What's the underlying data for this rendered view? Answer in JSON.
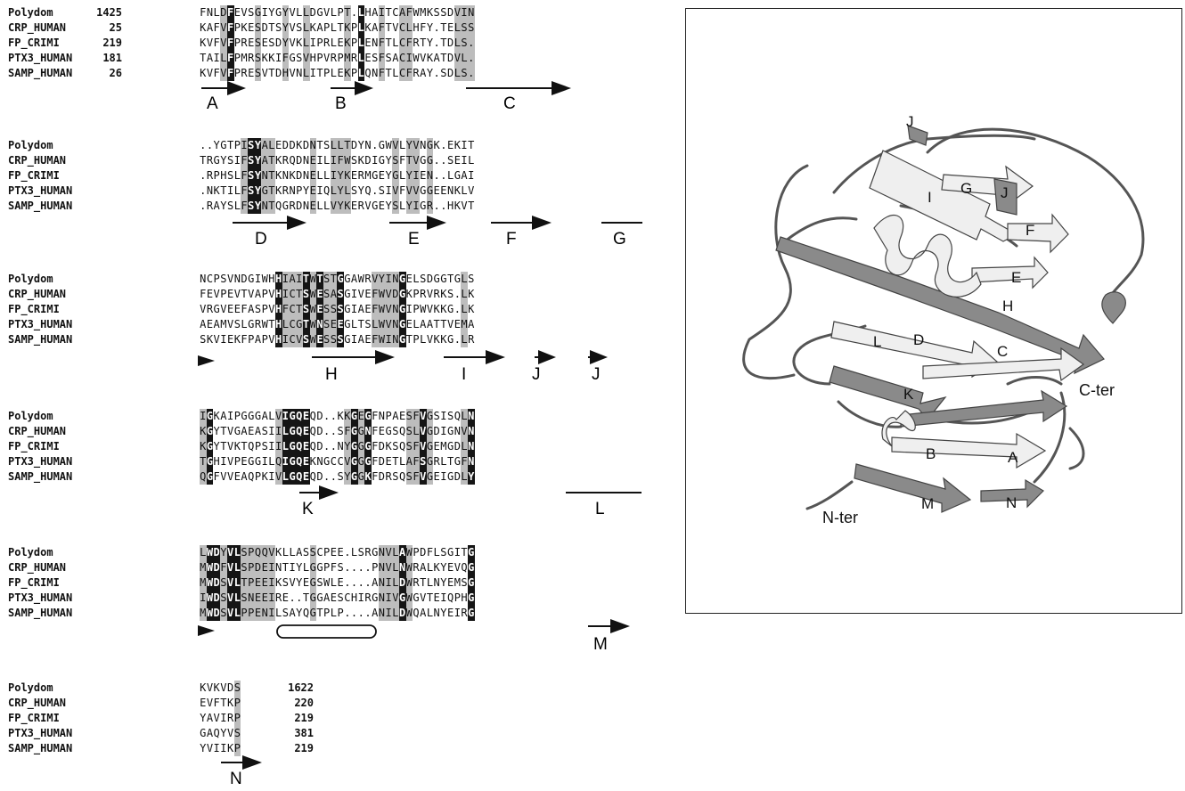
{
  "alignment": {
    "blocks": [
      {
        "rows": [
          {
            "name": "Polydom",
            "start": "1425",
            "seq": "FNLDFEVSGIYGYVLLDGVLPT.LHAITCAFWMKSSDVIN",
            "mask": "...gb...g...g..g.....g.b..g..gg......ggg.."
          },
          {
            "name": "CRP_HUMAN",
            "start": "25",
            "seq": "KAFVFPKESDTSYVSLKAPLTKPLKAFTVCLHFY.TELSS",
            "mask": "...gb...g...g..g.....g.b..g..gg......ggg.."
          },
          {
            "name": "FP_CRIMI",
            "start": "219",
            "seq": "KVFVFPRESESDYVKLIPRLEKPLENFTLCFRTY.TDLS.",
            "mask": "...gb...g...g..g.....g.b..g..gg......ggg.."
          },
          {
            "name": "PTX3_HUMAN",
            "start": "181",
            "seq": "TAILFPMRSKKIFGSVHPVRPMRLESFSACIWVKATDVL.",
            "mask": "...gb...g...g..g.....g.b..g..gg......ggg.."
          },
          {
            "name": "SAMP_HUMAN",
            "start": "26",
            "seq": "KVFVFPRESVTDHVNLITPLEKPLQNFTLCFRAY.SDLS.",
            "mask": "...gb...g...g..g.....g.b..g..gg......ggg.."
          }
        ],
        "strands": [
          {
            "label": "A"
          },
          {
            "label": "B"
          },
          {
            "label": "C"
          }
        ]
      },
      {
        "rows": [
          {
            "name": "Polydom",
            "start": "",
            "seq": "..YGTPISYALEDDKDNTSLLTDYN.GWVLYVNGK.EKIT",
            "mask": "......gbbgg.....g..ggg......g.gg.g......."
          },
          {
            "name": "CRP_HUMAN",
            "start": "",
            "seq": "TRGYSIFSYATKRQDNEILIFWSKDIGYSFTVGG..SEIL",
            "mask": "......gbbgg.....g..ggg......g.gg.g......."
          },
          {
            "name": "FP_CRIMI",
            "start": "",
            "seq": ".RPHSLFSYNTKNKDNELLIYKERMGEYGLYIEN..LGAI",
            "mask": "......gbbgg.....g..ggg......g.gg.g......."
          },
          {
            "name": "PTX3_HUMAN",
            "start": "",
            "seq": ".NKTILFSYGTKRNPYEIQLYLSYQ.SIVFVVGGEENKLV",
            "mask": "......gbbgg.....g..ggg......g.gg.g......."
          },
          {
            "name": "SAMP_HUMAN",
            "start": "",
            "seq": ".RAYSLFSYNTQGRDNELLVYKERVGEYSLYIGR..HKVT",
            "mask": "......gbbgg.....g..ggg......g.gg.g......."
          }
        ],
        "strands": [
          {
            "label": "D"
          },
          {
            "label": "E"
          },
          {
            "label": "F"
          },
          {
            "label": "G"
          }
        ]
      },
      {
        "rows": [
          {
            "name": "Polydom",
            "start": "",
            "seq": "NCPSVNDGIWHHIAITWTSTGGAWRVYINGELSDGGTGLS",
            "mask": "...........bgggbgbggb....ggggb........g.."
          },
          {
            "name": "CRP_HUMAN",
            "start": "",
            "seq": "FEVPEVTVAPVHICTSWESASGIVEFWVDGKPRVRKS.LK",
            "mask": "...........bgggbgbggb....ggggb........g.."
          },
          {
            "name": "FP_CRIMI",
            "start": "",
            "seq": "VRGVEEFASPVHFCTSWESSSGIAEFWVNGIPWVKKG.LK",
            "mask": "...........bgggbgbggb....ggggb........g.."
          },
          {
            "name": "PTX3_HUMAN",
            "start": "",
            "seq": "AEAMVSLGRWTHLCGTWNSEEGLTSLWVNGELAATTVEMA",
            "mask": "...........bgggbgbggb....ggggb........g.."
          },
          {
            "name": "SAMP_HUMAN",
            "start": "",
            "seq": "SKVIEKFPAPVHICVSWESSSGIAEFWINGTPLVKKG.LR",
            "mask": "...........bgggbgbggb....ggggb........g.."
          }
        ],
        "strands": [
          {
            "label": "H"
          },
          {
            "label": "I"
          },
          {
            "label": "J"
          },
          {
            "label": "J"
          }
        ]
      },
      {
        "rows": [
          {
            "name": "Polydom",
            "start": "",
            "seq": "IGKAIPGGGALVIGQEQD..KKGEGFNPAESFVGSISQLN",
            "mask": "gb.........gbbbb.....gbgb.....ggbg....gb"
          },
          {
            "name": "CRP_HUMAN",
            "start": "",
            "seq": "KGYTVGAEASIILGQEQD..SFGGNFEGSQSLVGDIGNVN",
            "mask": "gb.........gbbbb.....gbgb.....ggbg....gb"
          },
          {
            "name": "FP_CRIMI",
            "start": "",
            "seq": "KGYTVKTQPSIILGQEQD..NYGGGFDKSQSFVGEMGDLN",
            "mask": "gb.........gbbbb.....gbgb.....ggbg....gb"
          },
          {
            "name": "PTX3_HUMAN",
            "start": "",
            "seq": "TGHIVPEGGILQIGQEKNGCCVGGGFDETLAFSGRLTGFN",
            "mask": "gb.........gbbbb.....gbgb.....ggbg....gb"
          },
          {
            "name": "SAMP_HUMAN",
            "start": "",
            "seq": "QGFVVEAQPKIVLGQEQD..SYGGKFDRSQSFVGEIGDLY",
            "mask": "gb.........gbbbb.....gbgb.....ggbg....gb"
          }
        ],
        "strands": [
          {
            "label": "K"
          },
          {
            "label": "L"
          }
        ]
      },
      {
        "rows": [
          {
            "name": "Polydom",
            "start": "",
            "seq": "LWDYVLSPQQVKLLASSCPEE.LSRGNVLAWPDFLSGITG",
            "mask": "gbbgbbggggg.....g.........gggbg........b"
          },
          {
            "name": "CRP_HUMAN",
            "start": "",
            "seq": "MWDFVLSPDEINTIYLGGPFS....PNVLNWRALKYEVQG",
            "mask": "gbbgbbggggg.....g.........gggbg........b"
          },
          {
            "name": "FP_CRIMI",
            "start": "",
            "seq": "MWDSVLTPEEIKSVYEGSWLE....ANILDWRTLNYEMSG",
            "mask": "gbbgbbggggg.....g.........gggbg........b"
          },
          {
            "name": "PTX3_HUMAN",
            "start": "",
            "seq": "IWDSVLSNEEIRE..TGGAESCHIRGNIVGWGVTEIQPHG",
            "mask": "gbbgbbggggg.....g.........gggbg........b"
          },
          {
            "name": "SAMP_HUMAN",
            "start": "",
            "seq": "MWDSVLPPENILSAYQGTPLP....ANILDWQALNYEIRG",
            "mask": "gbbgbbggggg.....g.........gggbg........b"
          }
        ],
        "strands": [
          {
            "label": "M"
          }
        ]
      },
      {
        "rows": [
          {
            "name": "Polydom",
            "start": "",
            "seq": "KVKVDS",
            "mask": ".....g",
            "end": "1622"
          },
          {
            "name": "CRP_HUMAN",
            "start": "",
            "seq": "EVFTKP",
            "mask": ".....g",
            "end": "220"
          },
          {
            "name": "FP_CRIMI",
            "start": "",
            "seq": "YAVIRP",
            "mask": ".....g",
            "end": "219"
          },
          {
            "name": "PTX3_HUMAN",
            "start": "",
            "seq": "GAQYVS",
            "mask": ".....g",
            "end": "381"
          },
          {
            "name": "SAMP_HUMAN",
            "start": "",
            "seq": "YVIIKP",
            "mask": ".....g",
            "end": "219"
          }
        ],
        "strands": [
          {
            "label": "N"
          }
        ]
      }
    ]
  },
  "structure": {
    "strand_labels": [
      "J",
      "G",
      "J",
      "I",
      "F",
      "E",
      "H",
      "L",
      "D",
      "C",
      "K",
      "B",
      "A",
      "M",
      "N"
    ],
    "termini": {
      "c": "C-ter",
      "n": "N-ter"
    },
    "colors": {
      "shade": "#bdbdbd",
      "dark": "#151515",
      "ribbon_light": "#efefef",
      "ribbon_dark": "#8a8a8a"
    }
  }
}
